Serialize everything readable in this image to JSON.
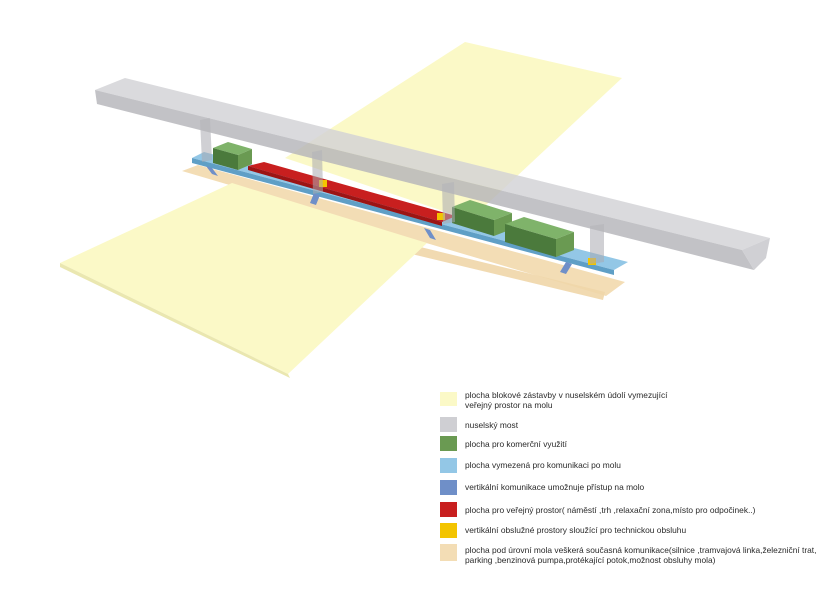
{
  "legend": {
    "items": [
      {
        "key": "block-development-area",
        "color": "#fbf9c7",
        "lines": [
          "plocha blokové zástavby v nuselském údolí vymezující",
          "veřejný prostor na molu"
        ]
      },
      {
        "key": "nusle-bridge",
        "color": "#cfcfd3",
        "lines": [
          "nuselský most"
        ]
      },
      {
        "key": "commercial-area",
        "color": "#6a9a52",
        "lines": [
          "plocha pro komerční využití"
        ]
      },
      {
        "key": "pier-communication-area",
        "color": "#93c7e6",
        "lines": [
          "plocha vymezená pro komunikaci po  molu"
        ]
      },
      {
        "key": "vertical-pier-access",
        "color": "#6f8fc8",
        "lines": [
          "vertikální komunikace umožnuje přístup na molo"
        ]
      },
      {
        "key": "public-space-area",
        "color": "#c81f1f",
        "lines": [
          "plocha pro veřejný prostor( náměstí ,trh ,relaxační zona,místo pro odpočinek..)"
        ]
      },
      {
        "key": "service-spaces",
        "color": "#f3c400",
        "lines": [
          "vertikální obslužné prostory sloužící pro technickou obsluhu"
        ]
      },
      {
        "key": "under-pier-area",
        "color": "#f3ddb5",
        "lines": [
          "plocha pod úrovní mola veškerá současná komunikace(silnice ,tramvajová linka,železniční trat,",
          "parking ,benzinová pumpa,protékající potok,možnost obsluhy mola)"
        ]
      }
    ]
  }
}
